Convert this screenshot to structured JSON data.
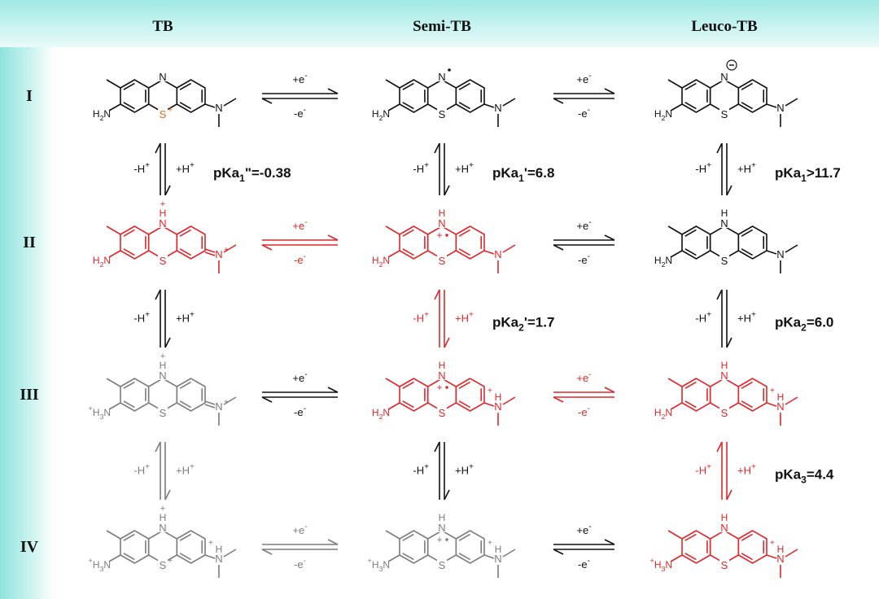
{
  "colors": {
    "black": "#111111",
    "red": "#e0262a",
    "gray": "#7c7c7c",
    "band_teal": "#b8f0ec",
    "band_teal_light": "#e6faf8"
  },
  "headers": [
    {
      "key": "tb",
      "label": "TB"
    },
    {
      "key": "semi",
      "label": "Semi-TB"
    },
    {
      "key": "leuco",
      "label": "Leuco-TB"
    }
  ],
  "rows": [
    {
      "key": "1",
      "label": "I"
    },
    {
      "key": "2",
      "label": "II"
    },
    {
      "key": "3",
      "label": "III"
    },
    {
      "key": "4",
      "label": "IV"
    }
  ],
  "molecules": [
    {
      "id": "tb-1",
      "row": 1,
      "col": 0,
      "color": "black",
      "top": "N",
      "top_charge": "",
      "top_dot": false,
      "s": "S",
      "s_charge": "+",
      "s_color": "#e06a1e",
      "ring_label": "",
      "ring_dot": false,
      "left": "amine",
      "right": "amine",
      "left_text": "H2N",
      "n_right_plus": false
    },
    {
      "id": "semi-1",
      "row": 1,
      "col": 1,
      "color": "black",
      "top": "N",
      "top_charge": "",
      "top_dot": true,
      "s": "S",
      "s_charge": "",
      "s_color": "",
      "ring_label": "",
      "ring_dot": false,
      "left": "amine",
      "right": "amine",
      "left_text": "H2N",
      "n_right_plus": false
    },
    {
      "id": "leuco-1",
      "row": 1,
      "col": 2,
      "color": "black",
      "top": "N",
      "top_charge": "minus",
      "top_dot": false,
      "s": "S",
      "s_charge": "",
      "s_color": "",
      "ring_label": "",
      "ring_dot": false,
      "left": "amine",
      "right": "amine",
      "left_text": "H2N",
      "n_right_plus": false
    },
    {
      "id": "tb-2",
      "row": 2,
      "col": 0,
      "color": "red",
      "top": "NH",
      "top_charge": "+",
      "top_dot": false,
      "s": "S",
      "s_charge": "",
      "s_color": "",
      "ring_label": "",
      "ring_dot": false,
      "left": "amine",
      "right": "iminium",
      "left_text": "H2N",
      "n_right_plus": true
    },
    {
      "id": "semi-2",
      "row": 2,
      "col": 1,
      "color": "red",
      "top": "NH",
      "top_charge": "",
      "top_dot": false,
      "s": "S",
      "s_charge": "",
      "s_color": "",
      "ring_label": "+",
      "ring_dot": true,
      "left": "amine",
      "right": "amine",
      "left_text": "H2N",
      "n_right_plus": false
    },
    {
      "id": "leuco-2",
      "row": 2,
      "col": 2,
      "color": "black",
      "top": "NH",
      "top_charge": "",
      "top_dot": false,
      "s": "S",
      "s_charge": "",
      "s_color": "",
      "ring_label": "",
      "ring_dot": false,
      "left": "amine",
      "right": "amine",
      "left_text": "H2N",
      "n_right_plus": false
    },
    {
      "id": "tb-3",
      "row": 3,
      "col": 0,
      "color": "gray",
      "top": "NH",
      "top_charge": "+",
      "top_dot": false,
      "s": "S",
      "s_charge": "",
      "s_color": "",
      "ring_label": "",
      "ring_dot": false,
      "left": "ammonium",
      "right": "iminium",
      "left_text": "+H3N",
      "n_right_plus": true
    },
    {
      "id": "semi-3",
      "row": 3,
      "col": 1,
      "color": "red",
      "top": "NH",
      "top_charge": "",
      "top_dot": false,
      "s": "S",
      "s_charge": "",
      "s_color": "",
      "ring_label": "+",
      "ring_dot": true,
      "left": "amine",
      "right": "ammonium",
      "left_text": "H2N",
      "n_right_plus": true
    },
    {
      "id": "leuco-3",
      "row": 3,
      "col": 2,
      "color": "red",
      "top": "NH",
      "top_charge": "",
      "top_dot": false,
      "s": "S",
      "s_charge": "",
      "s_color": "",
      "ring_label": "",
      "ring_dot": false,
      "left": "amine",
      "right": "ammonium",
      "left_text": "H2N",
      "n_right_plus": true
    },
    {
      "id": "tb-4",
      "row": 4,
      "col": 0,
      "color": "gray",
      "top": "NH",
      "top_charge": "+",
      "top_dot": false,
      "s": "S",
      "s_charge": "+",
      "s_color": "",
      "ring_label": "",
      "ring_dot": false,
      "left": "ammonium",
      "right": "ammonium",
      "left_text": "+H3N",
      "n_right_plus": true
    },
    {
      "id": "semi-4",
      "row": 4,
      "col": 1,
      "color": "gray",
      "top": "NH",
      "top_charge": "",
      "top_dot": false,
      "s": "S",
      "s_charge": "",
      "s_color": "",
      "ring_label": "+",
      "ring_dot": true,
      "left": "ammonium",
      "right": "ammonium",
      "left_text": "+H3N",
      "n_right_plus": true
    },
    {
      "id": "leuco-4",
      "row": 4,
      "col": 2,
      "color": "red",
      "top": "NH",
      "top_charge": "",
      "top_dot": false,
      "s": "S",
      "s_charge": "",
      "s_color": "",
      "ring_label": "",
      "ring_dot": false,
      "left": "ammonium",
      "right": "ammonium",
      "left_text": "+H3N",
      "n_right_plus": true
    }
  ],
  "electron_arrows": [
    {
      "id": "e-1-01",
      "row": 1,
      "gap": 0,
      "color": "black",
      "top": "+e-",
      "bottom": "-e-"
    },
    {
      "id": "e-1-12",
      "row": 1,
      "gap": 1,
      "color": "black",
      "top": "+e-",
      "bottom": "-e-"
    },
    {
      "id": "e-2-01",
      "row": 2,
      "gap": 0,
      "color": "red",
      "top": "+e-",
      "bottom": "-e-"
    },
    {
      "id": "e-2-12",
      "row": 2,
      "gap": 1,
      "color": "black",
      "top": "+e-",
      "bottom": "-e-"
    },
    {
      "id": "e-3-01",
      "row": 3,
      "gap": 0,
      "color": "black",
      "top": "+e-",
      "bottom": "-e-"
    },
    {
      "id": "e-3-12",
      "row": 3,
      "gap": 1,
      "color": "red",
      "top": "+e-",
      "bottom": "-e-"
    },
    {
      "id": "e-4-01",
      "row": 4,
      "gap": 0,
      "color": "gray",
      "top": "+e-",
      "bottom": "-e-"
    },
    {
      "id": "e-4-12",
      "row": 4,
      "gap": 1,
      "color": "black",
      "top": "+e-",
      "bottom": "-e-"
    }
  ],
  "proton_arrows": [
    {
      "id": "h-12-0",
      "between": 1,
      "col": 0,
      "color": "black",
      "left": "-H+",
      "right": "+H+",
      "pka_base": "",
      "pka_sub": "",
      "pka_rest": ""
    },
    {
      "id": "h-12-1",
      "between": 1,
      "col": 1,
      "color": "black",
      "left": "-H+",
      "right": "+H+",
      "pka_base": "",
      "pka_sub": "",
      "pka_rest": ""
    },
    {
      "id": "h-12-2",
      "between": 1,
      "col": 2,
      "color": "black",
      "left": "-H+",
      "right": "+H+",
      "pka_base": "",
      "pka_sub": "",
      "pka_rest": ""
    },
    {
      "id": "h-23-0",
      "between": 2,
      "col": 0,
      "color": "black",
      "left": "-H+",
      "right": "+H+",
      "pka_base": "",
      "pka_sub": "",
      "pka_rest": ""
    },
    {
      "id": "h-23-1",
      "between": 2,
      "col": 1,
      "color": "red",
      "left": "-H+",
      "right": "+H+",
      "pka_base": "",
      "pka_sub": "",
      "pka_rest": ""
    },
    {
      "id": "h-23-2",
      "between": 2,
      "col": 2,
      "color": "black",
      "left": "-H+",
      "right": "+H+",
      "pka_base": "",
      "pka_sub": "",
      "pka_rest": ""
    },
    {
      "id": "h-34-0",
      "between": 3,
      "col": 0,
      "color": "gray",
      "left": "-H+",
      "right": "+H+",
      "pka_base": "",
      "pka_sub": "",
      "pka_rest": ""
    },
    {
      "id": "h-34-1",
      "between": 3,
      "col": 1,
      "color": "black",
      "left": "-H+",
      "right": "+H+",
      "pka_base": "",
      "pka_sub": "",
      "pka_rest": ""
    },
    {
      "id": "h-34-2",
      "between": 3,
      "col": 2,
      "color": "red",
      "left": "-H+",
      "right": "+H+",
      "pka_base": "",
      "pka_sub": "",
      "pka_rest": ""
    }
  ],
  "pka_labels": [
    {
      "id": "pka-tb-12",
      "between": 1,
      "col": 0,
      "base": "pKa",
      "sub": "1",
      "rest": "\"=-0.38"
    },
    {
      "id": "pka-semi-12",
      "between": 1,
      "col": 1,
      "base": "pKa",
      "sub": "1",
      "rest": "'=6.8"
    },
    {
      "id": "pka-leuco-12",
      "between": 1,
      "col": 2,
      "base": "pKa",
      "sub": "1",
      "rest": ">11.7"
    },
    {
      "id": "pka-semi-23",
      "between": 2,
      "col": 1,
      "base": "pKa",
      "sub": "2",
      "rest": "'=1.7"
    },
    {
      "id": "pka-leuco-23",
      "between": 2,
      "col": 2,
      "base": "pKa",
      "sub": "2",
      "rest": "=6.0"
    },
    {
      "id": "pka-leuco-34",
      "between": 3,
      "col": 2,
      "base": "pKa",
      "sub": "3",
      "rest": "=4.4"
    }
  ]
}
